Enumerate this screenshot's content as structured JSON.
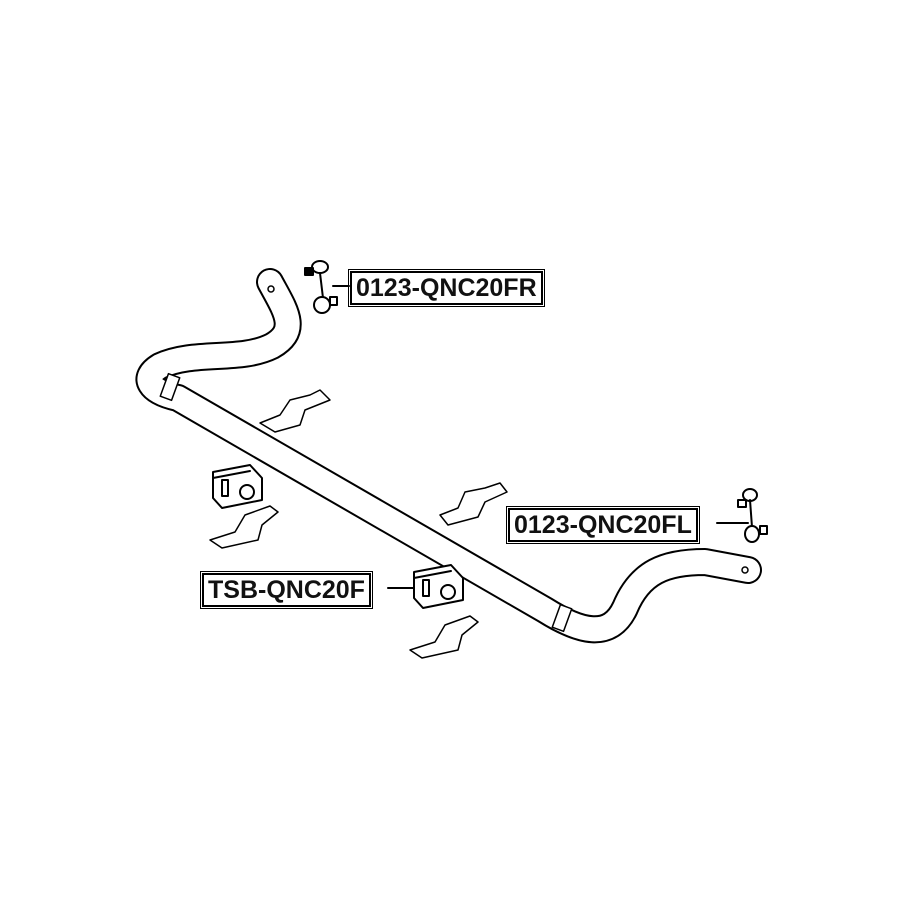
{
  "labels": {
    "link_front_right": "0123-QNC20FR",
    "link_front_left": "0123-QNC20FL",
    "bushing_front": "TSB-QNC20F"
  },
  "colors": {
    "line": "#000000",
    "background": "#ffffff"
  }
}
